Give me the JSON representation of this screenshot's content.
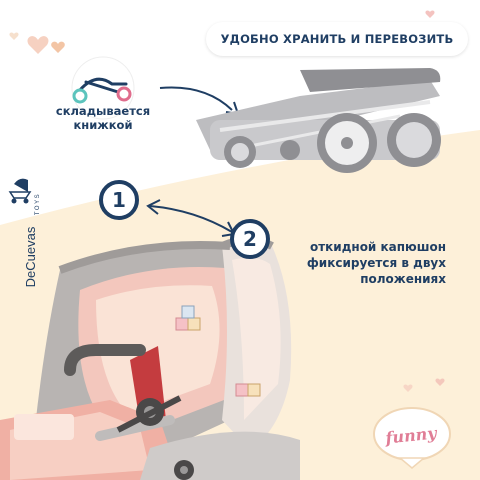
{
  "headline": "УДОБНО ХРАНИТЬ И ПЕРЕВОЗИТЬ",
  "fold_caption": {
    "line1": "складывается",
    "line2": "книжкой"
  },
  "hood_caption": {
    "line1": "откидной капюшон",
    "line2": "фиксируется в двух",
    "line3": "положениях"
  },
  "steps": [
    "1",
    "2"
  ],
  "brand": {
    "name": "DeCuevas",
    "sub": "TOYS"
  },
  "collection": "funny",
  "colors": {
    "navy": "#1f3e63",
    "pink": "#f2a7a0",
    "peach_bg": "#fdf0d9",
    "grey": "#a7a7aa",
    "teal": "#5cc4bd"
  },
  "icons": [
    "folded-stroller-icon",
    "curved-arrow-icon",
    "heart-icon",
    "stroller-logo-icon"
  ]
}
